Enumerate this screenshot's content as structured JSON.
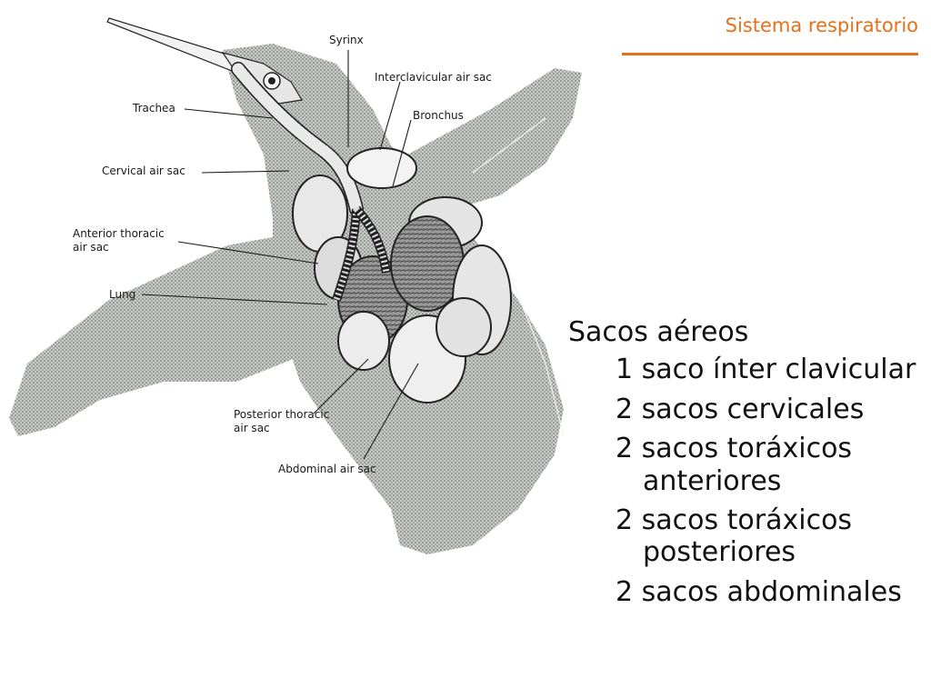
{
  "header": {
    "title": "Sistema respiratorio",
    "accent": "#e8701a"
  },
  "figure": {
    "labels": {
      "syrinx": "Syrinx",
      "interclavicular": "Interclavicular air sac",
      "bronchus": "Bronchus",
      "trachea": "Trachea",
      "cervical": "Cervical air sac",
      "anterior_thoracic_1": "Anterior thoracic",
      "anterior_thoracic_2": "air sac",
      "lung": "Lung",
      "posterior_thoracic_1": "Posterior thoracic",
      "posterior_thoracic_2": "air sac",
      "abdominal": "Abdominal air sac"
    }
  },
  "content": {
    "heading": "Sacos aéreos",
    "items": [
      {
        "line1": "1 saco ínter clavicular",
        "line2": ""
      },
      {
        "line1": "2 sacos cervicales",
        "line2": ""
      },
      {
        "line1": "2 sacos toráxicos",
        "line2": "anteriores"
      },
      {
        "line1": "2 sacos toráxicos",
        "line2": "posteriores"
      },
      {
        "line1": "2 sacos abdominales",
        "line2": ""
      }
    ]
  }
}
